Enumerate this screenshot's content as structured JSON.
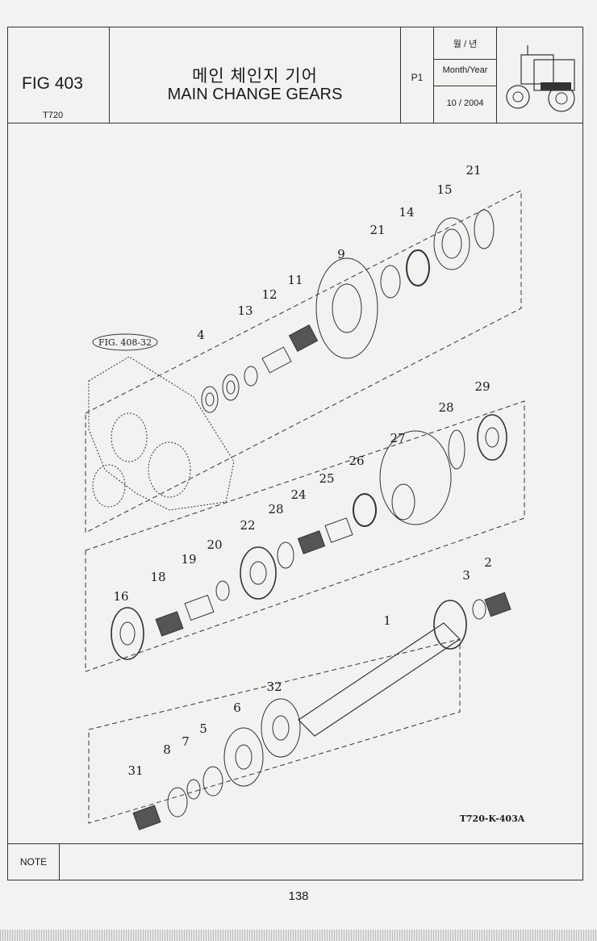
{
  "header": {
    "fig": "FIG 403",
    "model": "T720",
    "title_ko": "메인 체인지 기어",
    "title_en": "MAIN CHANGE GEARS",
    "page_code": "P1",
    "month_year_ko": "월 / 년",
    "month_year_en": "Month/Year",
    "date": "10 / 2004"
  },
  "diagram": {
    "fig_ref": "FIG. 408-32",
    "drawing_code": "T720-K-403A",
    "labels": [
      "21",
      "15",
      "14",
      "21",
      "9",
      "11",
      "12",
      "13",
      "4",
      "29",
      "28",
      "27",
      "26",
      "25",
      "24",
      "28",
      "22",
      "20",
      "19",
      "18",
      "16",
      "3",
      "2",
      "1",
      "32",
      "6",
      "5",
      "7",
      "8",
      "31"
    ]
  },
  "note_label": "NOTE",
  "page_number": "138",
  "colors": {
    "line": "#333333",
    "paper": "#f2f2f0"
  }
}
